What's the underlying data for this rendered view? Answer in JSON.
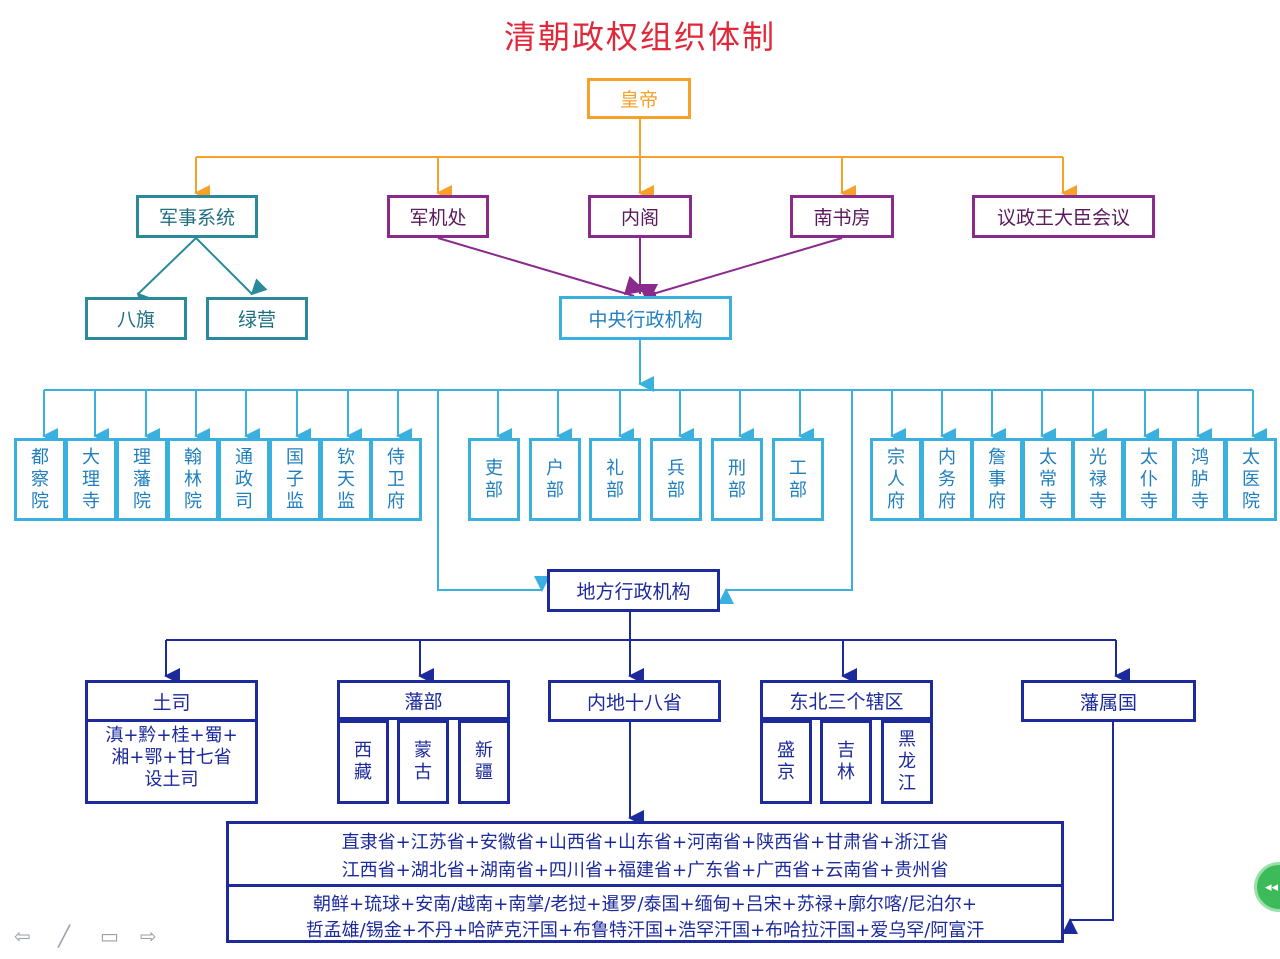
{
  "title": "清朝政权组织体制",
  "colors": {
    "orange": "#f5a12a",
    "teal": "#2a8a9c",
    "purple": "#8a2a8c",
    "cyan": "#3ab0df",
    "navy": "#1c2a9c",
    "title": "#e0283a"
  },
  "emperor": "皇帝",
  "tier1": [
    "军事系统",
    "军机处",
    "内阁",
    "南书房",
    "议政王大臣会议"
  ],
  "military": [
    "八旗",
    "绿营"
  ],
  "central": "中央行政机构",
  "agencies_left": [
    [
      "都",
      "察",
      "院"
    ],
    [
      "大",
      "理",
      "寺"
    ],
    [
      "理",
      "藩",
      "院"
    ],
    [
      "翰",
      "林",
      "院"
    ],
    [
      "通",
      "政",
      "司"
    ],
    [
      "国",
      "子",
      "监"
    ],
    [
      "钦",
      "天",
      "监"
    ],
    [
      "侍",
      "卫",
      "府"
    ]
  ],
  "ministries": [
    [
      "吏",
      "部"
    ],
    [
      "户",
      "部"
    ],
    [
      "礼",
      "部"
    ],
    [
      "兵",
      "部"
    ],
    [
      "刑",
      "部"
    ],
    [
      "工",
      "部"
    ]
  ],
  "agencies_right": [
    [
      "宗",
      "人",
      "府"
    ],
    [
      "内",
      "务",
      "府"
    ],
    [
      "詹",
      "事",
      "府"
    ],
    [
      "太",
      "常",
      "寺"
    ],
    [
      "光",
      "禄",
      "寺"
    ],
    [
      "太",
      "仆",
      "寺"
    ],
    [
      "鸿",
      "胪",
      "寺"
    ],
    [
      "太",
      "医",
      "院"
    ]
  ],
  "local": "地方行政机构",
  "tusi": {
    "head": "土司",
    "lines": [
      "滇+黔+桂+蜀+",
      "湘+鄂+甘七省",
      "设土司"
    ]
  },
  "fanbu": {
    "head": "藩部",
    "subs": [
      [
        "西",
        "藏"
      ],
      [
        "蒙",
        "古"
      ],
      [
        "新",
        "疆"
      ]
    ]
  },
  "inland": "内地十八省",
  "northeast": {
    "head": "东北三个辖区",
    "subs": [
      [
        "盛",
        "京"
      ],
      [
        "吉",
        "林"
      ],
      [
        "黑",
        "龙",
        "江"
      ]
    ]
  },
  "vassal": "藩属国",
  "provinces": [
    "直隶省+江苏省+安徽省+山西省+山东省+河南省+陕西省+甘肃省+浙江省",
    "江西省+湖北省+湖南省+四川省+福建省+广东省+广西省+云南省+贵州省"
  ],
  "vassals": [
    "朝鲜+琉球+安南/越南+南掌/老挝+暹罗/泰国+缅甸+吕宋+苏禄+廓尔喀/尼泊尔+",
    "哲孟雄/锡金+不丹+哈萨克汗国+布鲁特汗国+浩罕汗国+布哈拉汗国+爱乌罕/阿富汗"
  ],
  "controls": {
    "prev": "⇦",
    "pen": "╱",
    "screen": "▭",
    "next": "⇨"
  },
  "badge_icon": "forward-badge-icon"
}
